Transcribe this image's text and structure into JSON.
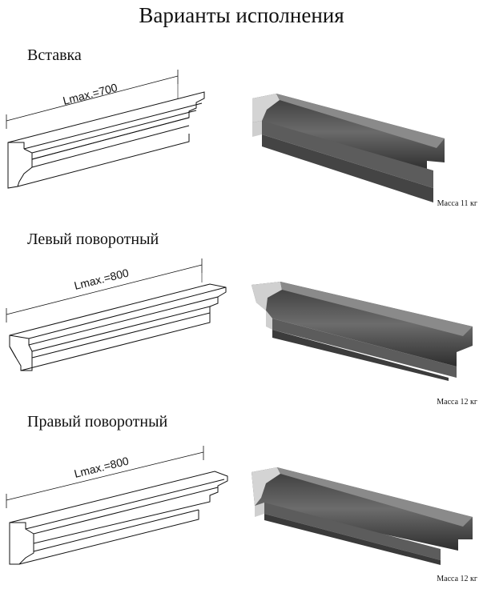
{
  "title": "Варианты исполнения",
  "variants": [
    {
      "label": "Вставка",
      "dimension": "Lmax.=700",
      "mass": "Масса 11 кг"
    },
    {
      "label": "Левый поворотный",
      "dimension": "Lmax.=800",
      "mass": "Масса 12 кг"
    },
    {
      "label": "Правый поворотный",
      "dimension": "Lmax.=800",
      "mass": "Масса 12 кг"
    }
  ],
  "colors": {
    "ink": "#111111",
    "stone": "#585858",
    "stone_light": "#d0d0d0"
  }
}
